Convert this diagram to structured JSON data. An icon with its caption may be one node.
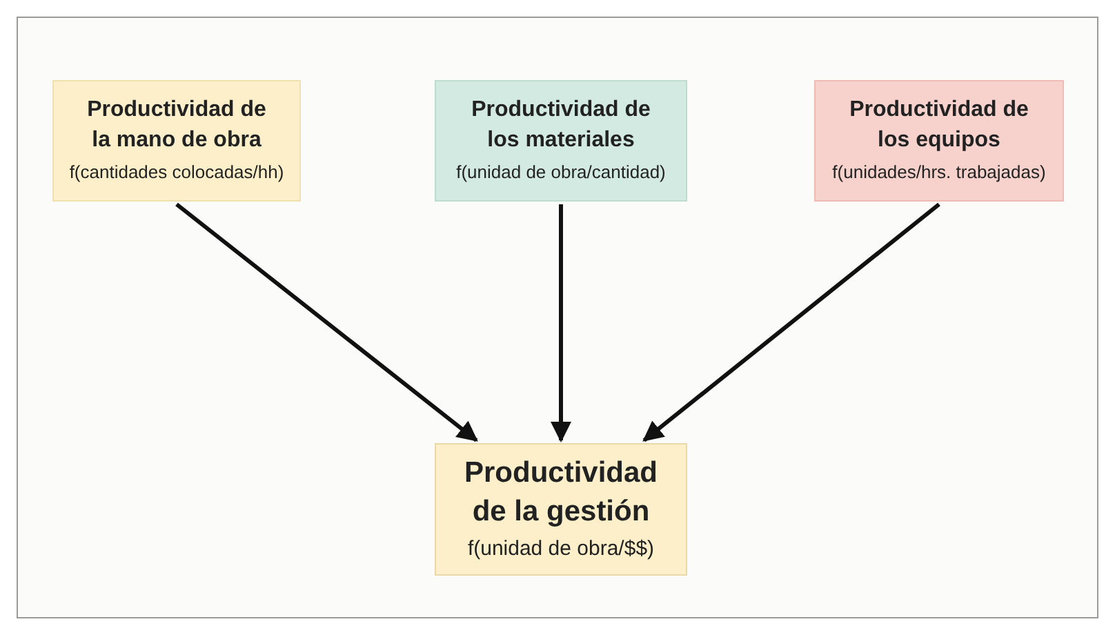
{
  "diagram": {
    "nodes": [
      {
        "text": [
          "Productividad de la mano de obra",
          "f(cantidades colocadas/hh)"
        ]
      },
      {
        "text": [
          "Productividad de los materiales",
          "f(unidad de obra/cantidad)"
        ]
      },
      {
        "text": [
          "Productividad de los equipos",
          "f(unidades/hrs. trabajadas)"
        ]
      },
      {
        "text": [
          "Productividad de la gestión",
          "f(unidad de obra/$$)"
        ]
      }
    ],
    "edges": [
      {
        "from": 0,
        "to": 3,
        "arrow": "to"
      },
      {
        "from": 1,
        "to": 3,
        "arrow": "to"
      },
      {
        "from": 2,
        "to": 3,
        "arrow": "to"
      }
    ]
  }
}
